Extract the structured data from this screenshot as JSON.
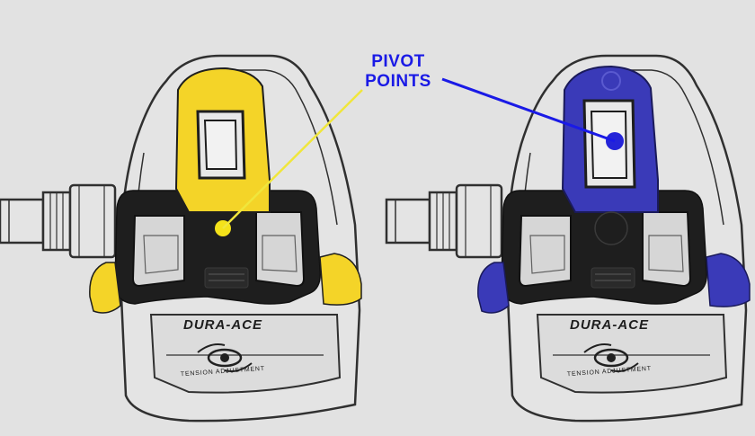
{
  "annotation": {
    "line1": "PIVOT",
    "line2": "POINTS",
    "color": "#1a1ae6"
  },
  "pedals": [
    {
      "brand": "DURA-ACE",
      "caption": "TENSION ADJUSTMENT",
      "cleat_color": "#f4d428",
      "dot_color": "#f4e21a",
      "leader_color": "#f0e63c"
    },
    {
      "brand": "DURA-ACE",
      "caption": "TENSION ADJUSTMENT",
      "cleat_color": "#3a3ab8",
      "dot_color": "#2424d8",
      "leader_color": "#1a1ae6"
    }
  ],
  "colors": {
    "background": "#e2e2e2",
    "cleat_body": "#1e1e1e",
    "outline": "#303030"
  }
}
